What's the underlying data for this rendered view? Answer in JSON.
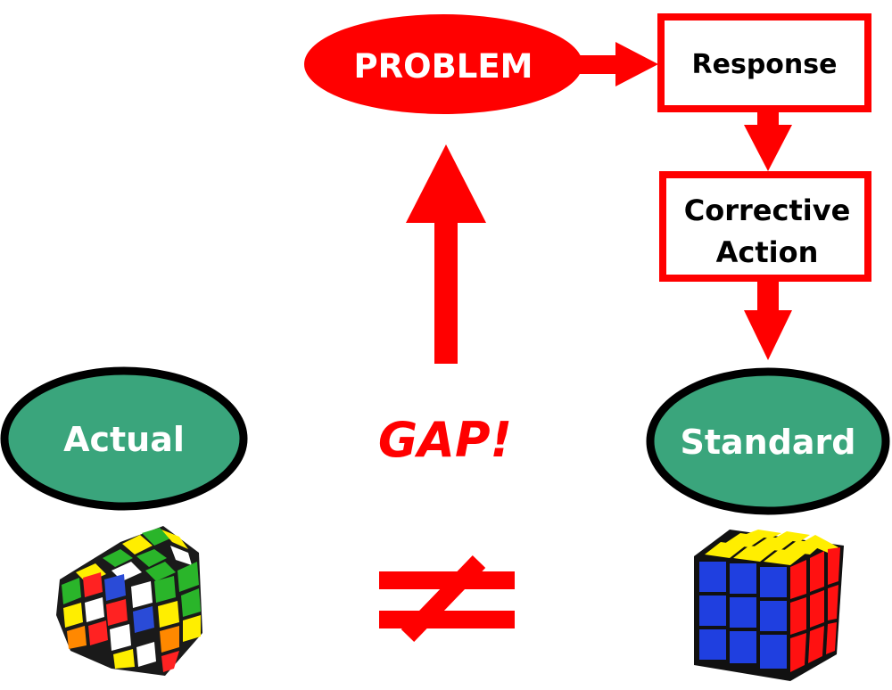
{
  "nodes": {
    "problem": {
      "label": "PROBLEM"
    },
    "response": {
      "label": "Response"
    },
    "corrective_action": {
      "line1": "Corrective",
      "line2": "Action"
    },
    "actual": {
      "label": "Actual"
    },
    "standard": {
      "label": "Standard"
    },
    "gap": {
      "label": "GAP!"
    }
  },
  "symbols": {
    "not_equal": "not-equal-icon"
  },
  "images": {
    "actual_cube": "scrambled-rubiks-cube-icon",
    "standard_cube": "solved-rubiks-cube-icon"
  },
  "colors": {
    "accent_red": "#ff0000",
    "node_green": "#3aa57c",
    "outline_black": "#000000",
    "text_white": "#ffffff",
    "text_black": "#000000"
  }
}
